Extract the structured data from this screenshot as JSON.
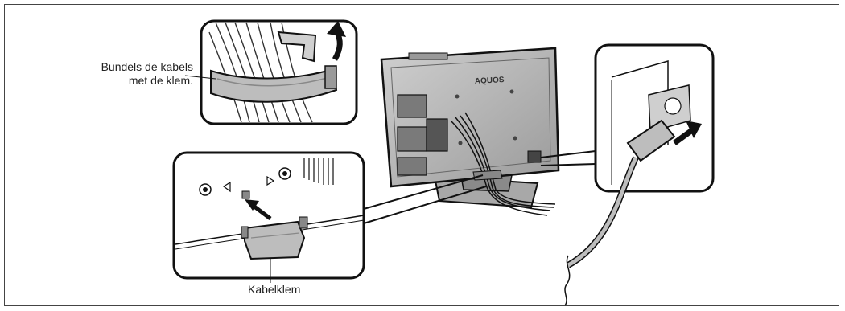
{
  "labels": {
    "bundle_line1": "Bundels de kabels",
    "bundle_line2": "met de klem.",
    "clamp": "Kabelklem"
  },
  "tv_logo": "AQUOS",
  "colors": {
    "panel_gray": "#bdbdbd",
    "dark_gray": "#7a7a7a",
    "outline": "#1a1a1a",
    "highlight_gray": "#d9d9d9"
  }
}
